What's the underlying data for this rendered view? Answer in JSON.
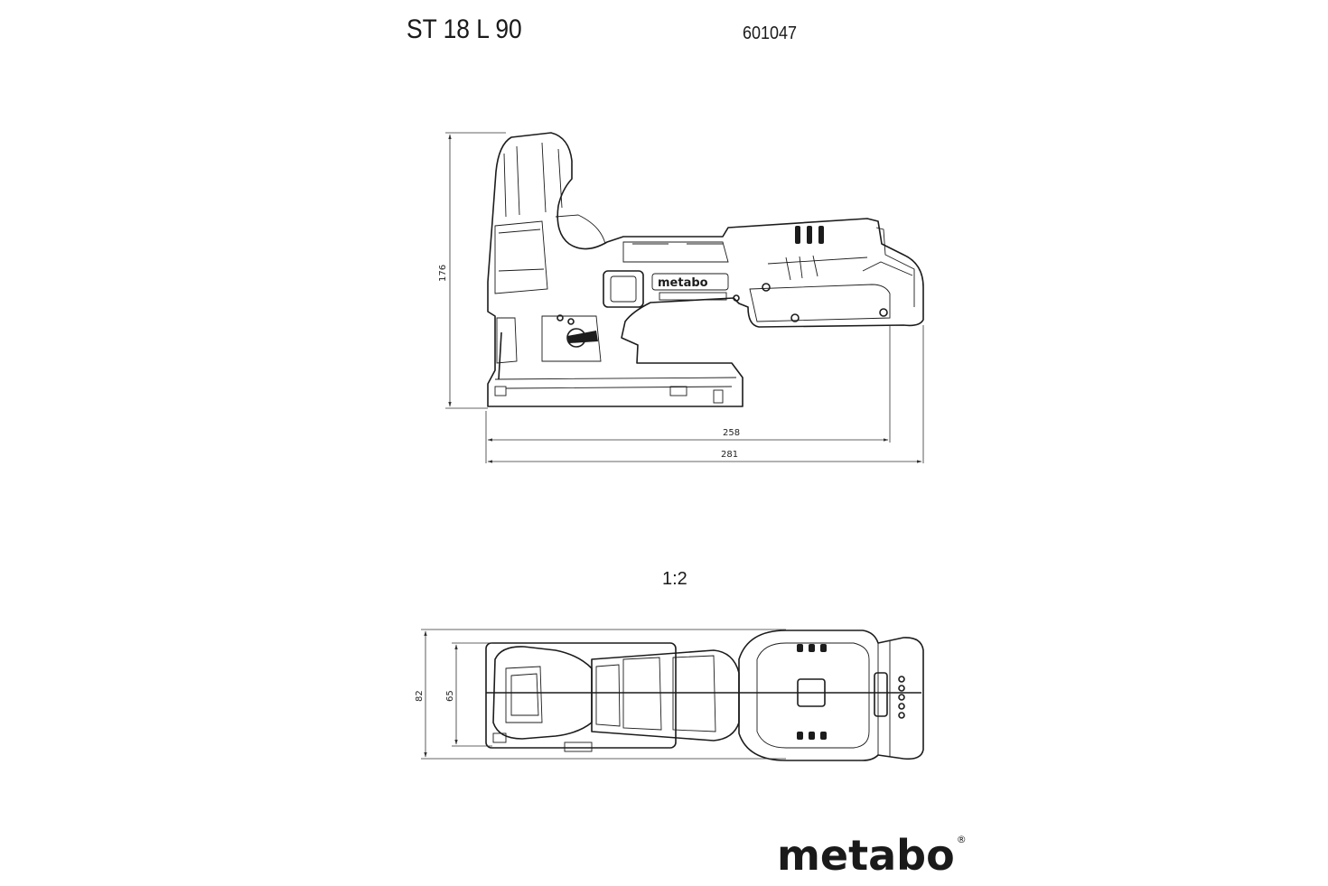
{
  "header": {
    "model": "ST 18 L 90",
    "article_number": "601047"
  },
  "scale": "1:2",
  "side_view": {
    "height_label": "176",
    "length_inner_label": "258",
    "length_overall_label": "281",
    "tool_logo_text": "metabo"
  },
  "top_view": {
    "width_overall_label": "82",
    "width_inner_label": "65"
  },
  "brand": {
    "logo_text": "metabo",
    "registered_mark": "®"
  },
  "colors": {
    "line": "#1c1c1c",
    "background": "#ffffff"
  }
}
